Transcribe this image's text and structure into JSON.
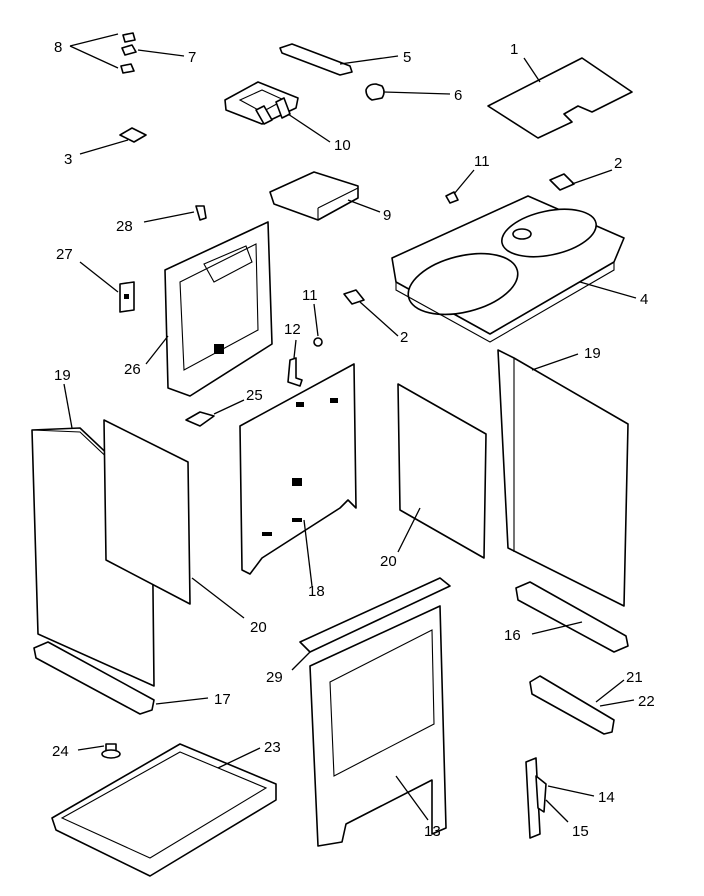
{
  "labels": {
    "l1": "1",
    "l2a": "2",
    "l2b": "2",
    "l3": "3",
    "l4": "4",
    "l5": "5",
    "l6": "6",
    "l7": "7",
    "l8": "8",
    "l9": "9",
    "l10": "10",
    "l11a": "11",
    "l11b": "11",
    "l12": "12",
    "l13": "13",
    "l14": "14",
    "l15": "15",
    "l16": "16",
    "l17": "17",
    "l18": "18",
    "l19a": "19",
    "l19b": "19",
    "l20a": "20",
    "l20b": "20",
    "l21": "21",
    "l22": "22",
    "l23": "23",
    "l24": "24",
    "l25": "25",
    "l26": "26",
    "l27": "27",
    "l28": "28",
    "l29": "29"
  }
}
